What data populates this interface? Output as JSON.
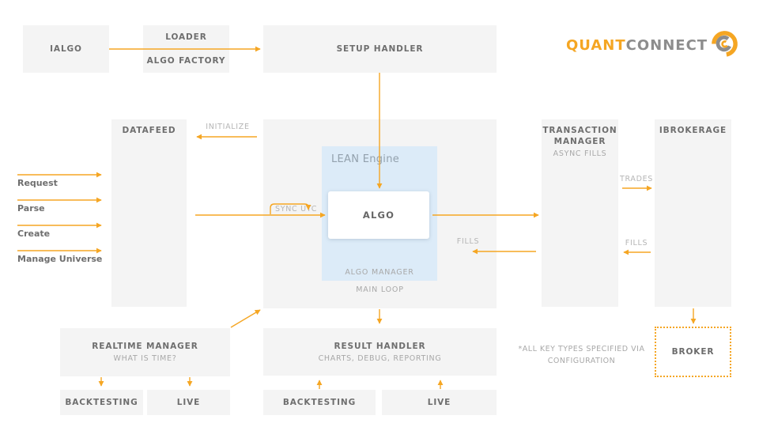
{
  "colors": {
    "orange": "#f5a623",
    "node_bg": "#f4f4f4",
    "lean_bg": "#dcebf8",
    "title_text": "#6e6e6e",
    "subtitle_text": "#a8a8a8",
    "edge_text": "#b5b5b5",
    "logo_gray": "#8d8d8d"
  },
  "logo": {
    "text_primary": "QUANT",
    "text_secondary": "CONNECT"
  },
  "nodes": {
    "ialgo": {
      "title": "IALGO"
    },
    "loader": {
      "title": "LOADER",
      "subtitle": "ALGO FACTORY"
    },
    "setup_handler": {
      "title": "SETUP HANDLER"
    },
    "datafeed": {
      "title": "DATAFEED"
    },
    "main_loop": {
      "footer": "MAIN LOOP"
    },
    "lean_engine": {
      "title": "LEAN Engine",
      "footer": "ALGO MANAGER"
    },
    "algo": {
      "title": "ALGO"
    },
    "transaction_manager": {
      "title": "TRANSACTION MANAGER",
      "subtitle": "ASYNC FILLS"
    },
    "ibrokerage": {
      "title": "IBROKERAGE"
    },
    "realtime_manager": {
      "title": "REALTIME MANAGER",
      "subtitle": "WHAT IS TIME?"
    },
    "realtime_backtesting": {
      "title": "BACKTESTING"
    },
    "realtime_live": {
      "title": "LIVE"
    },
    "result_handler": {
      "title": "RESULT HANDLER",
      "subtitle": "CHARTS, DEBUG, REPORTING"
    },
    "result_backtesting": {
      "title": "BACKTESTING"
    },
    "result_live": {
      "title": "LIVE"
    },
    "broker": {
      "title": "BROKER"
    }
  },
  "edge_labels": {
    "initialize": "INITIALIZE",
    "sync_utc": "SYNC UTC",
    "fills_main": "FILLS",
    "trades": "TRADES",
    "fills_broker": "FILLS"
  },
  "datafeed_steps": [
    {
      "label": "Request"
    },
    {
      "label": "Parse"
    },
    {
      "label": "Create"
    },
    {
      "label": "Manage Universe"
    }
  ],
  "note": {
    "line1": "*ALL KEY TYPES SPECIFIED VIA",
    "line2": "CONFIGURATION"
  }
}
